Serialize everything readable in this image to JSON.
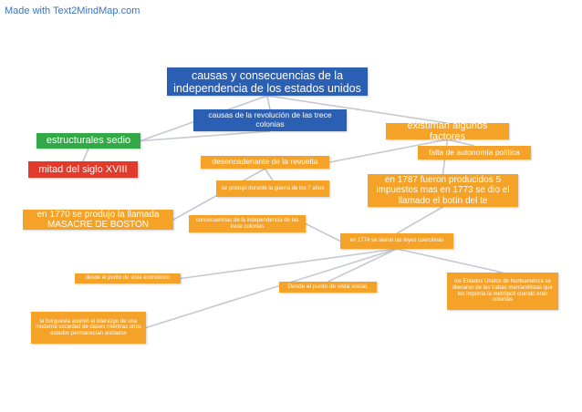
{
  "watermark": "Made with Text2MindMap.com",
  "colors": {
    "main": "#2b5fb3",
    "branch_green": "#33a846",
    "branch_red": "#e23b2b",
    "node_orange": "#f5a228",
    "link": "#c5c9cf"
  },
  "nodes": {
    "root": "causas y consecuencias de la independencia de los estados unidos",
    "causas_revolucion": "causas de la revolución de las trece colonias",
    "estructurales": "estructurales sedio",
    "mitad_siglo": "mitad del siglo XVIII",
    "existiman": "existiman algunos factores",
    "falta_autonomia": "falta de autonomía política",
    "desencadenante": "desencadenante de la revuelta",
    "guerra_siete": "se produjo durante la guerra de los 7 años",
    "impuestos_1787": "en 1787 fueron producidos 5 impuestos mas en 1773 se dio el llamado el botín del te",
    "masacre_1770": "en 1770 se produjo la llamada MASACRE DE BOSTON",
    "consecuencias": "concecuencias de la independencia de las trece colonias",
    "leyes_1774": "en 1774 se sieron las leyes coercitivas",
    "economico": "desde el punto de vista económico",
    "social": "Desde el punto de vista social,",
    "eeuu_liberaron": "los Estados Unidos de Norteamérica se liberaron de las trabas mercantilistas que les imponía la metrópoli cuando eran colonias",
    "burguesia": "la burguesía asumió el liderazgo de una moderna sociedad de clases mientras otros estados permanecían anclados"
  }
}
